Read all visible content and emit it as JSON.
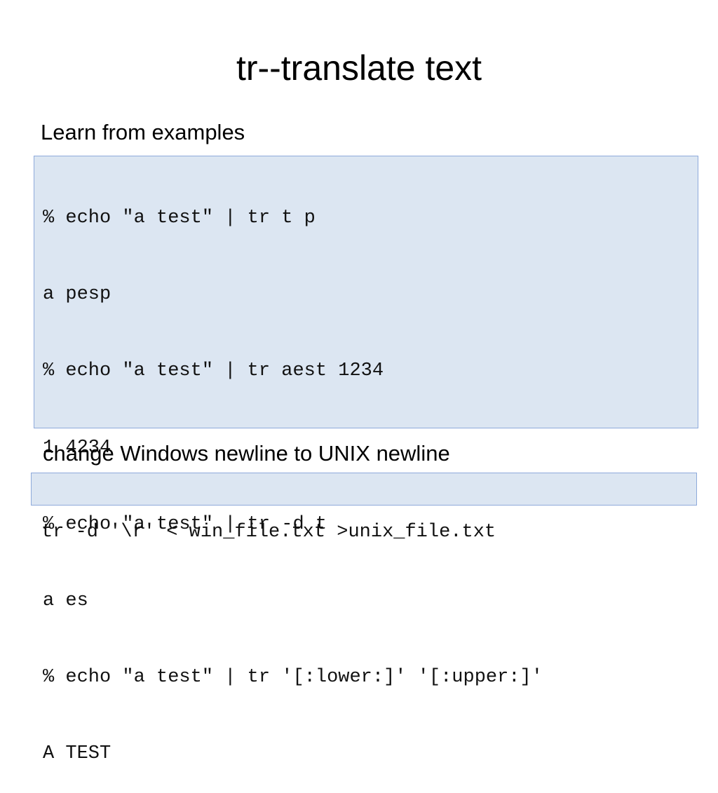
{
  "slide": {
    "title": "tr--translate text",
    "section1_label": "Learn from examples",
    "examples": [
      "% echo \"a test\" | tr t p",
      "a pesp",
      "% echo \"a test\" | tr aest 1234",
      "1 4234",
      "% echo \"a test\" | tr -d t",
      "a es",
      "% echo \"a test\" | tr '[:lower:]' '[:upper:]'",
      "A TEST"
    ],
    "section2_label": "change Windows newline to UNIX newline",
    "newline_command": "tr -d '\\r' < win_file.txt >unix_file.txt"
  },
  "colors": {
    "code_background": "#dce6f2",
    "code_border": "#8eaadb"
  }
}
